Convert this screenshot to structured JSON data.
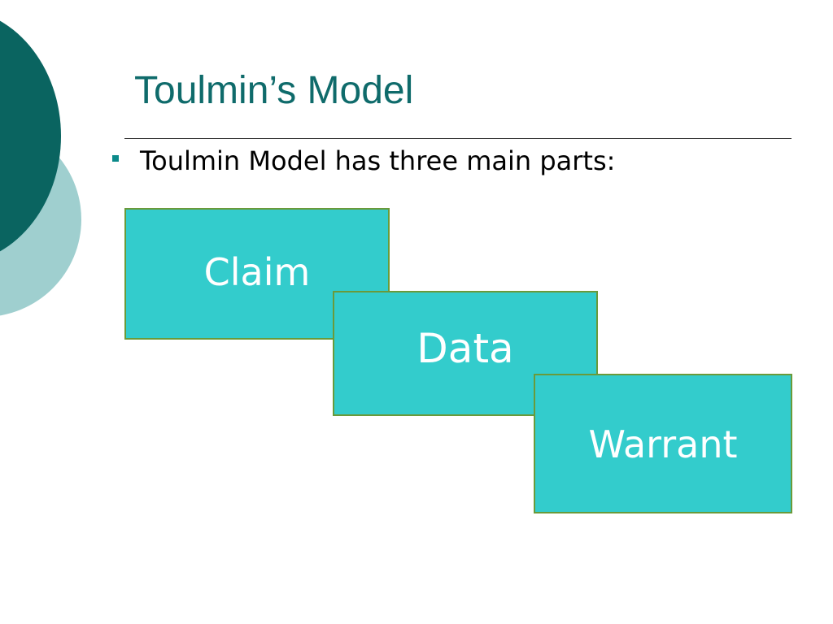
{
  "slide": {
    "title": "Toulmin’s Model",
    "bullet": "Toulmin Model has three main parts:",
    "parts": [
      {
        "label": "Claim"
      },
      {
        "label": "Data"
      },
      {
        "label": "Warrant"
      }
    ]
  },
  "colors": {
    "title": "#0f6b6b",
    "accent_dark": "#0a6460",
    "accent_light": "#9fcfcf",
    "box_fill": "#33cccc",
    "box_border": "#6a9a3a",
    "box_text": "#ffffff",
    "bullet": "#0b8a8a"
  }
}
